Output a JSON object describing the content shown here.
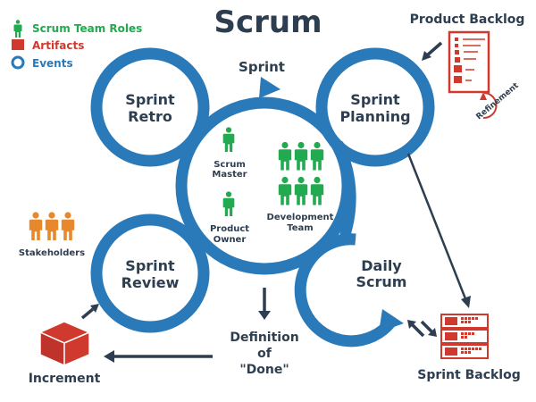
{
  "title": "Scrum",
  "legend": {
    "items": [
      {
        "label": "Scrum Team Roles",
        "icon": "person-icon",
        "color": "#23a94f"
      },
      {
        "label": "Artifacts",
        "icon": "square-icon",
        "color": "#d03a2e"
      },
      {
        "label": "Events",
        "icon": "ring-icon",
        "color": "#2a7ab9"
      }
    ]
  },
  "events": {
    "sprint_label": "Sprint",
    "sprint_retro": [
      "Sprint",
      "Retro"
    ],
    "sprint_planning": [
      "Sprint",
      "Planning"
    ],
    "sprint_review": [
      "Sprint",
      "Review"
    ],
    "daily_scrum": [
      "Daily",
      "Scrum"
    ]
  },
  "roles": {
    "scrum_master": [
      "Scrum",
      "Master"
    ],
    "product_owner": [
      "Product",
      "Owner"
    ],
    "development_team": [
      "Development",
      "Team"
    ],
    "stakeholders": "Stakeholders"
  },
  "artifacts": {
    "product_backlog": "Product Backlog",
    "refinement": "Refinement",
    "sprint_backlog": "Sprint Backlog",
    "increment": "Increment",
    "definition_of_done": [
      "Definition",
      "of",
      "\"Done\""
    ]
  },
  "colors": {
    "event_blue": "#2a7ab9",
    "role_green": "#23a94f",
    "artifact_red": "#d03a2e",
    "stakeholder_orange": "#e8882c",
    "text_dark": "#2d3e50"
  }
}
